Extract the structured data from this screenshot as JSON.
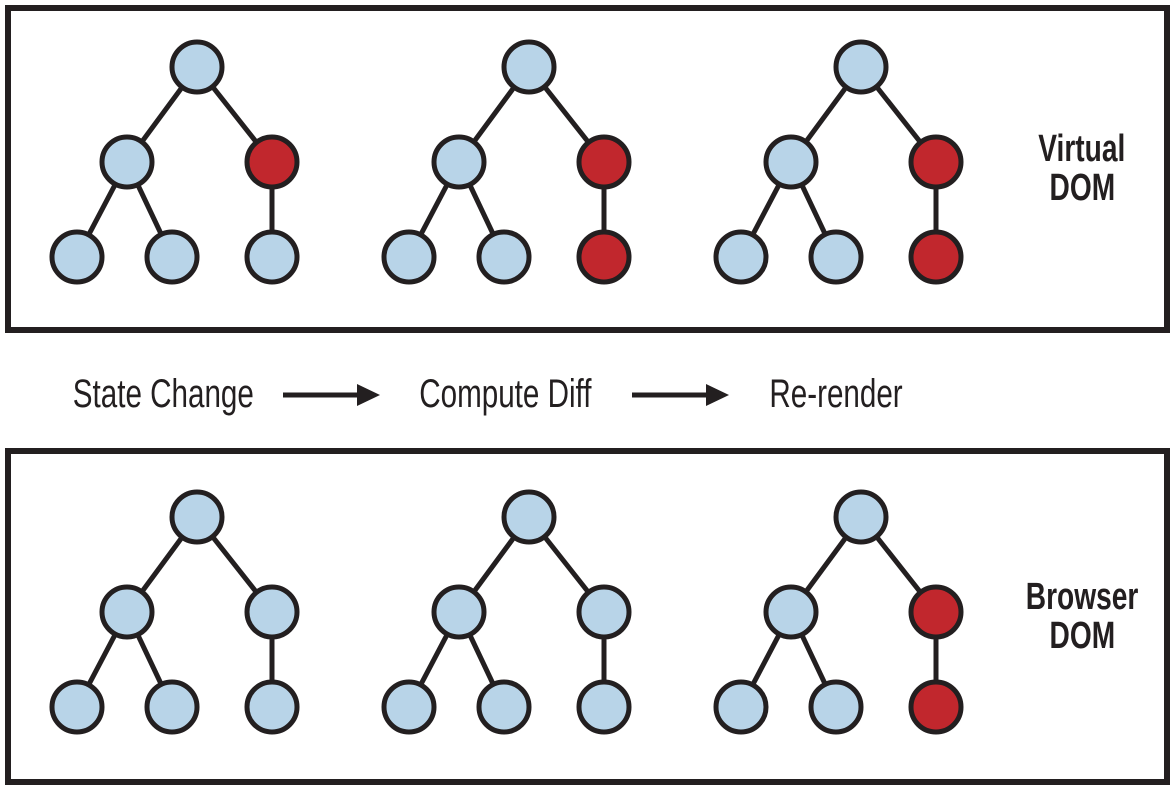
{
  "colors": {
    "node_blue": "#b8d4e8",
    "node_red": "#c1272d",
    "stroke": "#231f20"
  },
  "node_roles": [
    "root",
    "left-child",
    "right-child",
    "left-leaf",
    "middle-leaf",
    "right-leaf"
  ],
  "panels": [
    {
      "name": "virtual-dom",
      "label_lines": [
        "Virtual",
        "DOM"
      ],
      "trees": [
        {
          "nodes": [
            "blue",
            "blue",
            "red",
            "blue",
            "blue",
            "blue"
          ]
        },
        {
          "nodes": [
            "blue",
            "blue",
            "red",
            "blue",
            "blue",
            "red"
          ]
        },
        {
          "nodes": [
            "blue",
            "blue",
            "red",
            "blue",
            "blue",
            "red"
          ]
        }
      ]
    },
    {
      "name": "browser-dom",
      "label_lines": [
        "Browser",
        "DOM"
      ],
      "trees": [
        {
          "nodes": [
            "blue",
            "blue",
            "blue",
            "blue",
            "blue",
            "blue"
          ]
        },
        {
          "nodes": [
            "blue",
            "blue",
            "blue",
            "blue",
            "blue",
            "blue"
          ]
        },
        {
          "nodes": [
            "blue",
            "blue",
            "red",
            "blue",
            "blue",
            "red"
          ]
        }
      ]
    }
  ],
  "process": {
    "steps": [
      "State Change",
      "Compute Diff",
      "Re-render"
    ]
  }
}
